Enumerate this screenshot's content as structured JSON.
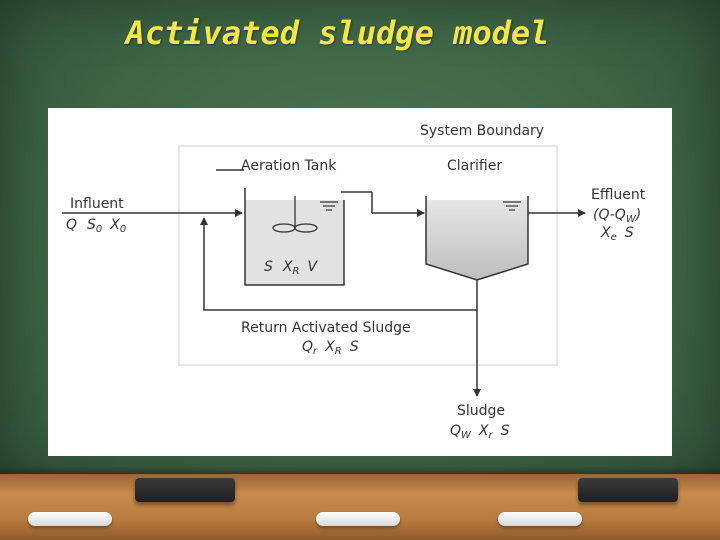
{
  "slide": {
    "title": "Activated sludge model"
  },
  "diagram": {
    "system_boundary": "System Boundary",
    "aeration_tank": {
      "label": "Aeration Tank",
      "vars": {
        "a": "S",
        "b": "X",
        "b_sub": "R",
        "c": "V"
      }
    },
    "clarifier": {
      "label": "Clarifier"
    },
    "influent": {
      "label": "Influent",
      "vars": {
        "a": "Q",
        "b": "S",
        "b_sub": "0",
        "c": "X",
        "c_sub": "0"
      }
    },
    "effluent": {
      "label": "Effluent",
      "flow": {
        "open": "(",
        "a": "Q-Q",
        "a_sub": "W",
        "close": ")"
      },
      "vars": {
        "a": "X",
        "a_sub": "e",
        "b": "S"
      }
    },
    "return_sludge": {
      "label": "Return Activated Sludge",
      "vars": {
        "a": "Q",
        "a_sub": "r",
        "b": "X",
        "b_sub": "R",
        "c": "S"
      }
    },
    "sludge": {
      "label": "Sludge",
      "vars": {
        "a": "Q",
        "a_sub": "W",
        "b": "X",
        "b_sub": "r",
        "c": "S"
      }
    }
  },
  "colors": {
    "board": "#3f6647",
    "title": "#f2e64a",
    "line": "#333333",
    "boundary": "#cccccc",
    "tank_fill": "#e2e2e2"
  }
}
